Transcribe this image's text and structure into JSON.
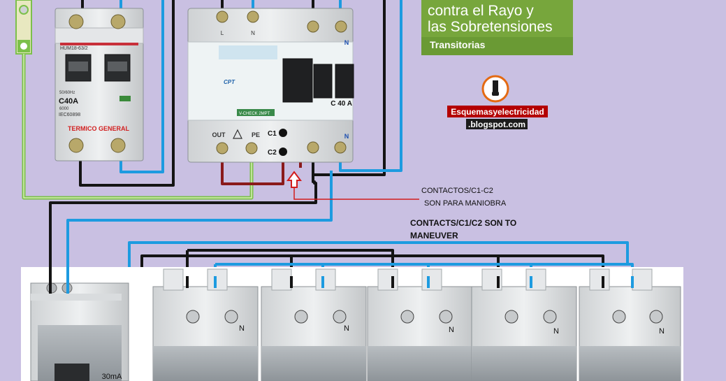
{
  "banner": {
    "line1": "contra el Rayo y",
    "line2": "las Sobretensiones",
    "sub": "Transitorias"
  },
  "logo": {
    "line1": "Esquemasyelectricidad",
    "line2": ".blogspot.com"
  },
  "thermal_breaker": {
    "model": "HUM18-63/2",
    "rating": "C40A",
    "spec_small": "50/60Hz",
    "spec_small2": "6000",
    "standard": "IEC60898",
    "label": "TERMICO GENERAL"
  },
  "surge_protector": {
    "terminal_l": "L",
    "terminal_n": "N",
    "brand": "CPT",
    "model": "V-CHECK 2MPT",
    "out_label": "OUT",
    "pe_label": "PE",
    "c1": "C1",
    "c2": "C2",
    "breaker_rating": "C 40 A",
    "n_right_top": "N",
    "n_right_bottom": "N"
  },
  "annotations": {
    "es_line1": "CONTACTOS/C1-C2",
    "es_line2": "SON PARA MANIOBRA",
    "en_line1": "CONTACTS/C1/C2 SON TO",
    "en_line2": "MANEUVER"
  },
  "rcd": {
    "rating": "30mA"
  },
  "branch_breakers": {
    "n_label": "N",
    "count": 5
  },
  "colors": {
    "background": "#c9c0e2",
    "live_wire": "#141414",
    "neutral_wire": "#1d9be0",
    "earth_wire": "#7cc04a",
    "control_wire": "#8a1a1a",
    "annotation_line": "#d21c1c",
    "banner_green": "#77a63c"
  }
}
